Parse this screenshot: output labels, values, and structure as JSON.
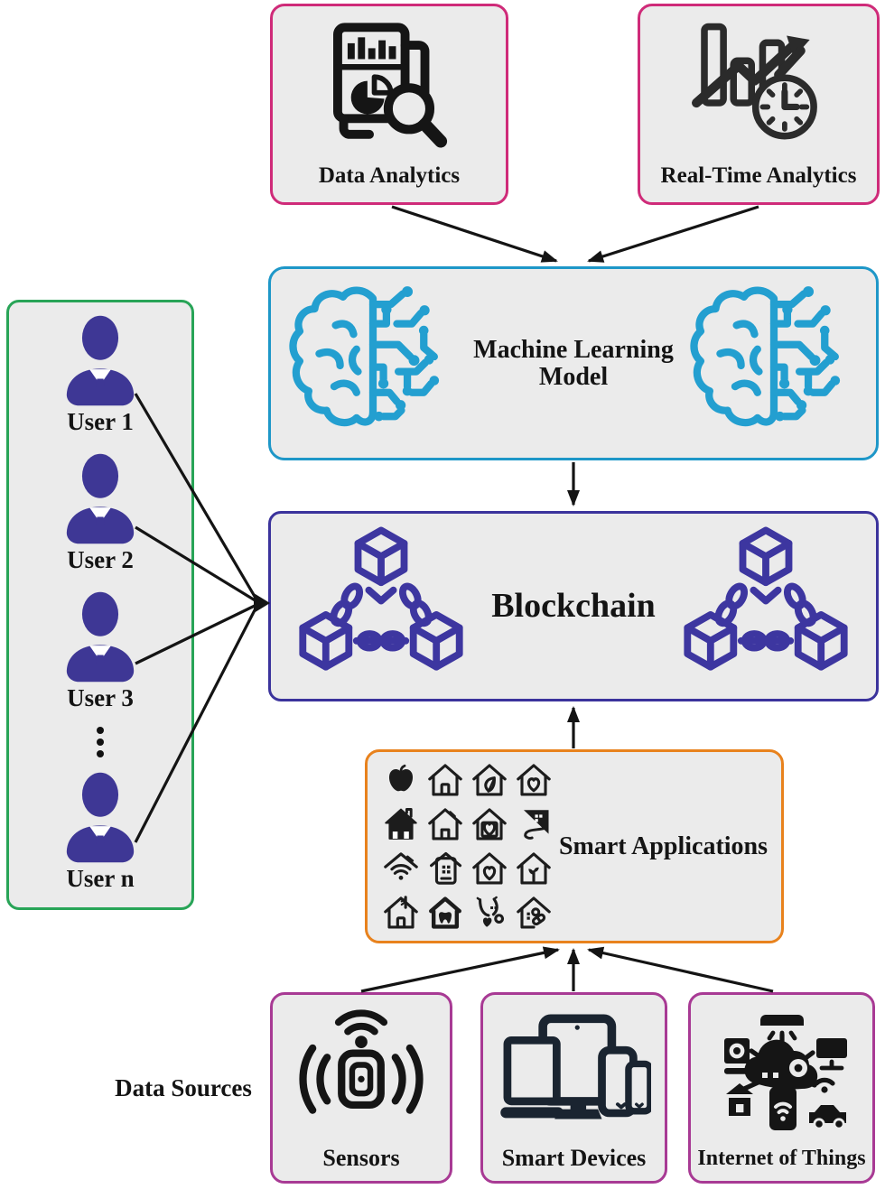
{
  "colors": {
    "pink": "#cf2b79",
    "magenta": "#a83a94",
    "cyan": "#1e97c8",
    "indigo": "#3b339c",
    "green": "#28a457",
    "orange": "#e8821d",
    "boxbg": "#ebebeb",
    "ink": "#141414",
    "brain": "#239fd0",
    "chain": "#3d36a0",
    "avatar": "#3e3795",
    "device": "#1a2430"
  },
  "top_boxes": {
    "data_analytics": {
      "label": "Data Analytics",
      "icon": "data-analytics-report-icon"
    },
    "realtime_analytics": {
      "label": "Real-Time Analytics",
      "icon": "realtime-chart-clock-icon"
    }
  },
  "ml_box": {
    "label": "Machine Learning Model",
    "icon": "ai-brain-circuit-icon"
  },
  "blockchain_box": {
    "label": "Blockchain",
    "icon": "blockchain-cubes-icon"
  },
  "smart_apps_box": {
    "label": "Smart Applications",
    "icons": [
      "apple",
      "house-door",
      "house-leaf",
      "house-heart",
      "house-filled",
      "house-plain",
      "house-heart-frame",
      "roof-route",
      "house-wifi",
      "tablet-house",
      "house-heart",
      "house-plant",
      "house-antenna",
      "house-tooth",
      "stethoscope-heart",
      "house-pills"
    ]
  },
  "users_box": {
    "users": [
      "User 1",
      "User 2",
      "User 3",
      "User n"
    ],
    "ellipsis": "⋮",
    "icon": "user-avatar-icon"
  },
  "data_sources": {
    "label": "Data Sources"
  },
  "source_boxes": {
    "sensors": {
      "label": "Sensors",
      "icon": "sensor-signal-icon"
    },
    "smart_devices": {
      "label": "Smart Devices",
      "icon": "devices-cluster-icon"
    },
    "iot": {
      "label": "Internet of Things",
      "icon": "iot-network-icon"
    }
  }
}
